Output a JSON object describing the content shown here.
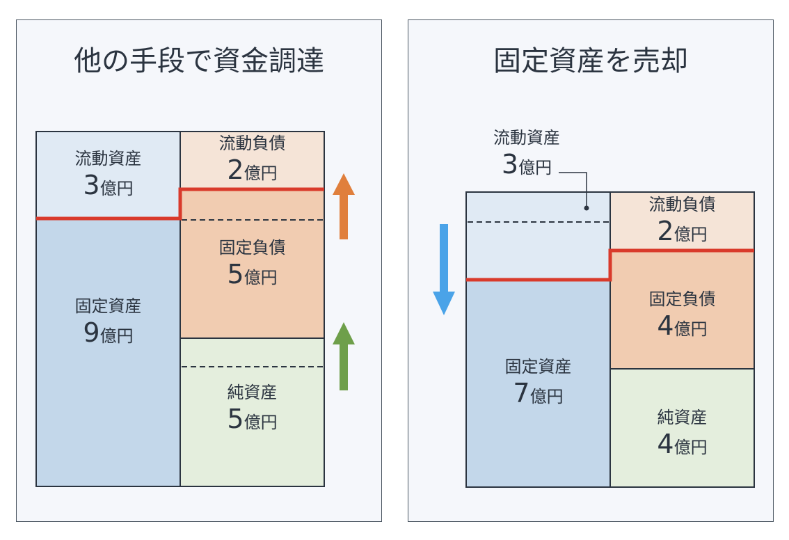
{
  "colors": {
    "current_asset": "#e0eaf4",
    "fixed_asset": "#c3d7ea",
    "liability": "#f1ccb1",
    "current_liability": "#f5e4d7",
    "net_asset": "#e4eedd",
    "red_line": "#d93a2b",
    "orange_arrow": "#e07f3c",
    "green_arrow": "#6e9f4a",
    "blue_arrow": "#4aa3e8",
    "border": "#2b3440"
  },
  "left": {
    "title": "他の手段で資金調達",
    "current_assets": {
      "name": "流動資産",
      "num": "3",
      "unit": "億円"
    },
    "fixed_assets": {
      "name": "固定資産",
      "num": "9",
      "unit": "億円"
    },
    "current_liabilities": {
      "name": "流動負債",
      "num": "2",
      "unit": "億円"
    },
    "fixed_liabilities": {
      "name": "固定負債",
      "num": "5",
      "unit": "億円"
    },
    "net_assets": {
      "name": "純資産",
      "num": "5",
      "unit": "億円"
    },
    "arrows": [
      "orange-up-arrow",
      "green-up-arrow"
    ]
  },
  "right": {
    "title": "固定資産を売却",
    "current_assets": {
      "name": "流動資産",
      "num": "3",
      "unit": "億円"
    },
    "fixed_assets": {
      "name": "固定資産",
      "num": "7",
      "unit": "億円"
    },
    "current_liabilities": {
      "name": "流動負債",
      "num": "2",
      "unit": "億円"
    },
    "fixed_liabilities": {
      "name": "固定負債",
      "num": "4",
      "unit": "億円"
    },
    "net_assets": {
      "name": "純資産",
      "num": "4",
      "unit": "億円"
    },
    "arrows": [
      "blue-down-arrow"
    ]
  }
}
